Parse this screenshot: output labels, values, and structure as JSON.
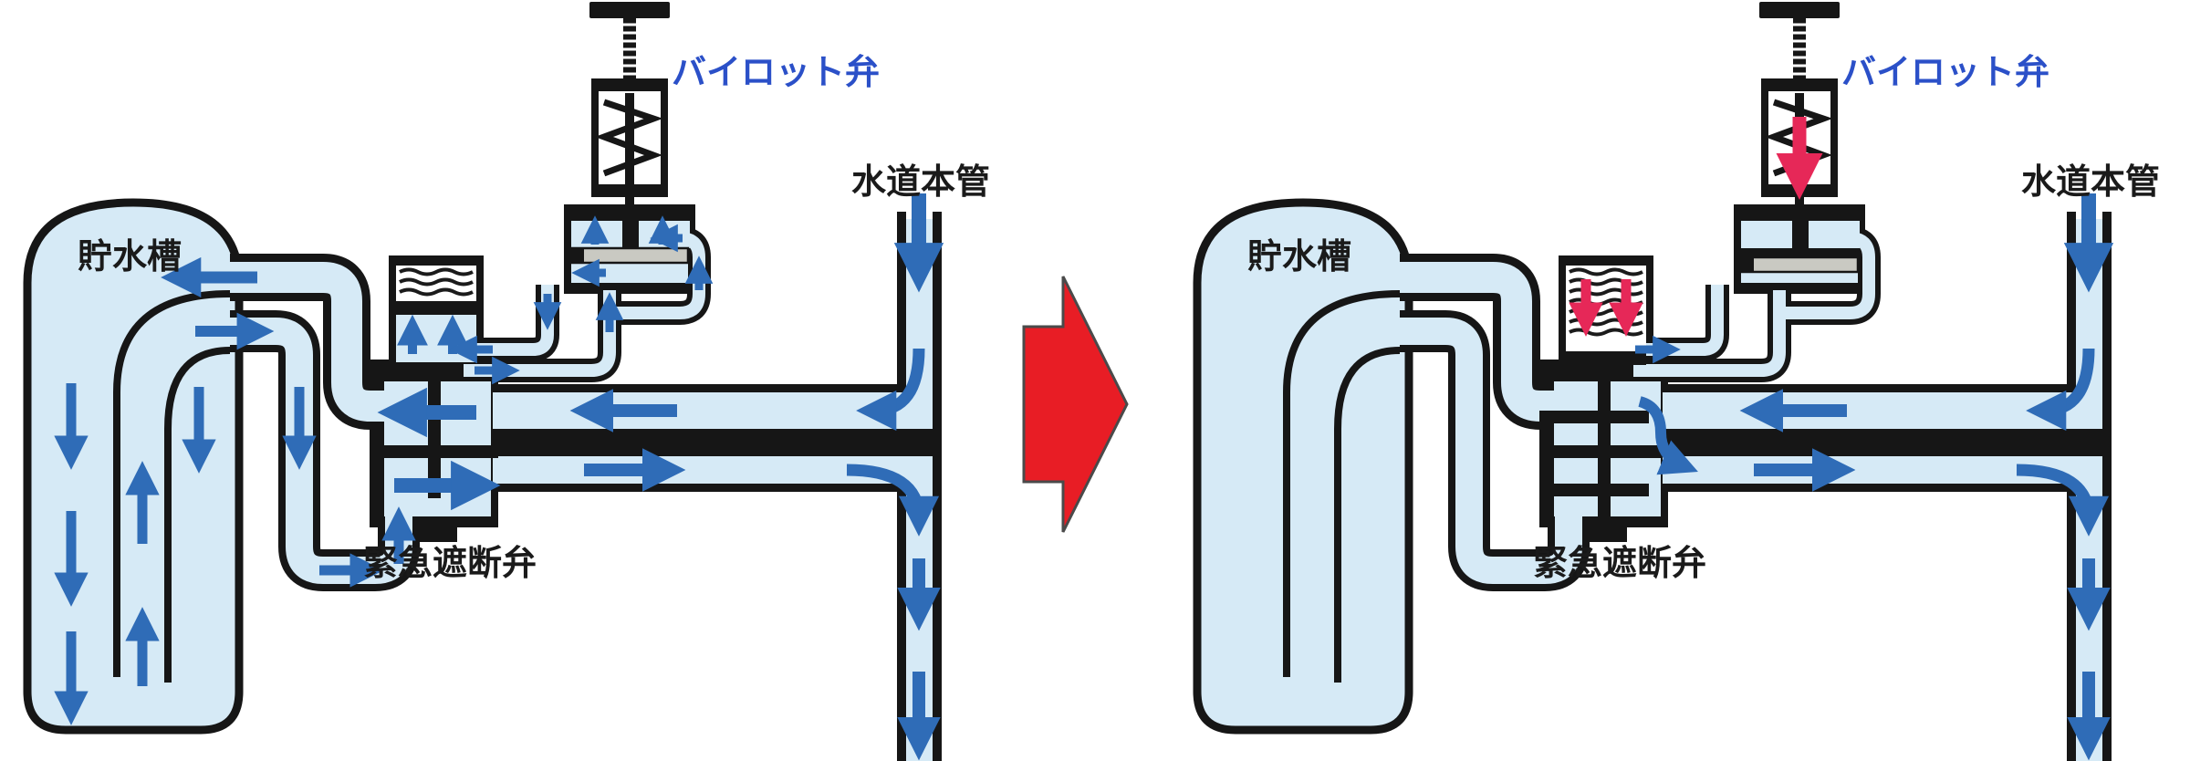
{
  "panels": [
    {
      "id": "before",
      "labels": {
        "tank": "貯水槽",
        "pilot_valve": "バイロット弁",
        "water_main": "水道本管",
        "shutoff_valve": "緊急遮断弁"
      }
    },
    {
      "id": "after",
      "labels": {
        "tank": "貯水槽",
        "pilot_valve": "バイロット弁",
        "water_main": "水道本管",
        "shutoff_valve": "緊急遮断弁"
      }
    }
  ],
  "colors": {
    "water": "#d6eaf6",
    "outline": "#161616",
    "flow_arrow_blue": "#2f6cb7",
    "spring_arrow_red": "#e62858",
    "transition_arrow_red": "#e81d25",
    "pilot_label_blue": "#2b50c8",
    "label_black": "#1a1a1a"
  }
}
